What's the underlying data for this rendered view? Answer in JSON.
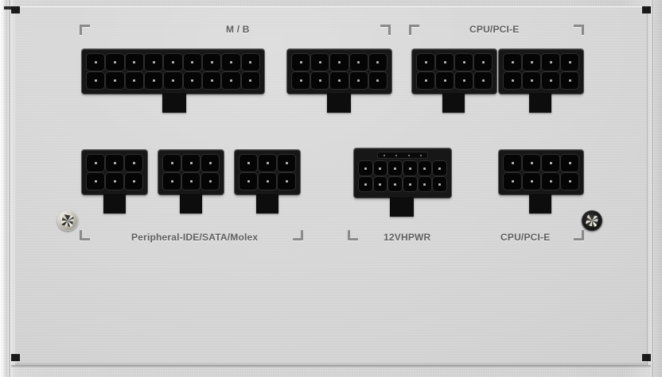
{
  "device": {
    "type": "psu-modular-connector-panel",
    "surface_color": "#d6d6d6",
    "connector_color": "#171717",
    "label_color": "#5d5d5d"
  },
  "labels": {
    "mb": "M / B",
    "cpu_pcie_top": "CPU/PCI-E",
    "peripheral": "Peripheral-IDE/SATA/Molex",
    "twelve_vhpwr": "12VHPWR",
    "cpu_pcie_bottom": "CPU/PCI-E"
  },
  "connectors": [
    {
      "id": "mb-24pin",
      "group": "M / B",
      "cols": 9,
      "rows": 2,
      "pins": 18
    },
    {
      "id": "mb-10pin",
      "group": "M / B",
      "cols": 5,
      "rows": 2,
      "pins": 10
    },
    {
      "id": "cpu-pcie-top-1",
      "group": "CPU/PCI-E",
      "cols": 4,
      "rows": 2,
      "pins": 8
    },
    {
      "id": "cpu-pcie-top-2",
      "group": "CPU/PCI-E",
      "cols": 4,
      "rows": 2,
      "pins": 8
    },
    {
      "id": "peripheral-1",
      "group": "Peripheral-IDE/SATA/Molex",
      "cols": 3,
      "rows": 2,
      "pins": 6
    },
    {
      "id": "peripheral-2",
      "group": "Peripheral-IDE/SATA/Molex",
      "cols": 3,
      "rows": 2,
      "pins": 6
    },
    {
      "id": "peripheral-3",
      "group": "Peripheral-IDE/SATA/Molex",
      "cols": 3,
      "rows": 2,
      "pins": 6
    },
    {
      "id": "12vhpwr",
      "group": "12VHPWR",
      "cols": 6,
      "rows": 2,
      "pins": 12,
      "sideband_pins": 4
    },
    {
      "id": "cpu-pcie-bot-1",
      "group": "CPU/PCI-E",
      "cols": 4,
      "rows": 2,
      "pins": 8
    }
  ],
  "screws": [
    {
      "id": "screw-left",
      "finish": "silver"
    },
    {
      "id": "screw-right",
      "finish": "dark"
    }
  ],
  "corner_marks": 10
}
